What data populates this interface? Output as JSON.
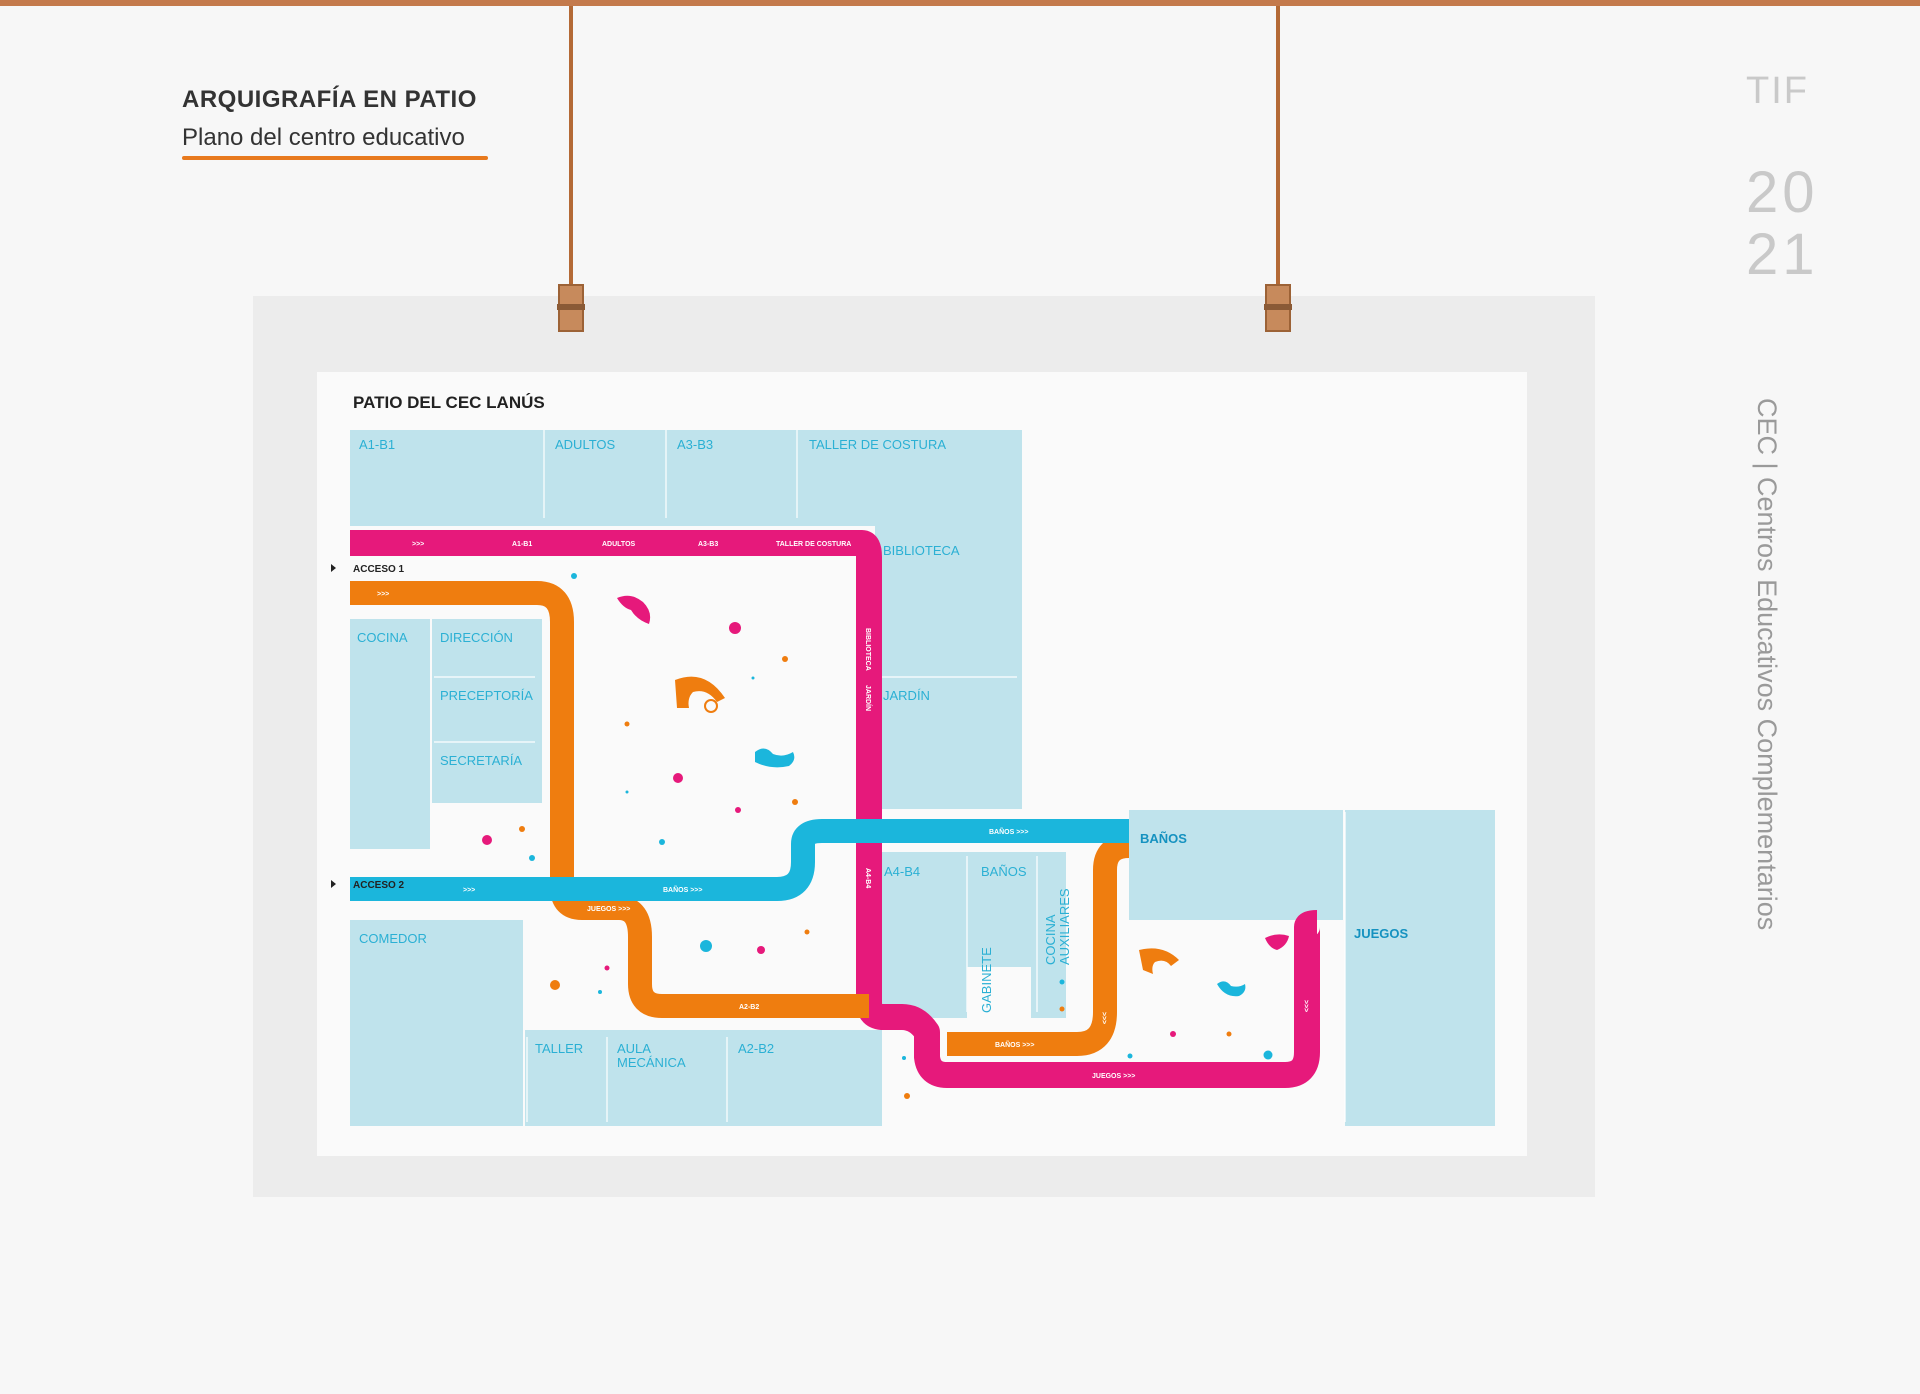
{
  "header": {
    "title": "ARQUIGRAFÍA EN PATIO",
    "subtitle": "Plano del centro educativo",
    "tif": "TIF",
    "year_top": "20",
    "year_bottom": "21",
    "side_text": "CEC | Centros Educativos Complementarios"
  },
  "map": {
    "title": "PATIO DEL CEC LANÚS",
    "rooms": {
      "a1b1": "A1-B1",
      "adultos": "ADULTOS",
      "a3b3": "A3-B3",
      "taller_costura": "TALLER DE COSTURA",
      "biblioteca": "BIBLIOTECA",
      "jardin": "JARDÍN",
      "cocina": "COCINA",
      "direccion": "DIRECCIÓN",
      "preceptoria": "PRECEPTORÍA",
      "secretaria": "SECRETARÍA",
      "comedor": "COMEDOR",
      "taller": "TALLER",
      "aula_line1": "AULA",
      "aula_line2": "MECÁNICA",
      "a2b2": "A2-B2",
      "a4b4": "A4-B4",
      "banos_small": "BAÑOS",
      "gabinete": "GABINETE",
      "cocina_aux_line1": "COCINA",
      "cocina_aux_line2": "AUXILIARES",
      "banos": "BAÑOS",
      "juegos": "JUEGOS"
    },
    "access": {
      "acceso1": "ACCESO 1",
      "acceso2": "ACCESO 2"
    },
    "path_labels": {
      "arrows": ">>>",
      "pink_a1b1": "A1-B1",
      "pink_adultos": "ADULTOS",
      "pink_a3b3": "A3-B3",
      "pink_taller": "TALLER DE COSTURA",
      "pink_biblioteca": "BIBLIOTECA",
      "pink_jardin": "JARDÍN",
      "pink_a4b4": "A4-B4",
      "banos_arrow": "BAÑOS >>>",
      "juegos_arrow": "JUEGOS >>>",
      "a2b2": "A2-B2"
    },
    "colors": {
      "pink": "#e6197b",
      "orange": "#ef7d0f",
      "blue": "#1bb6dc",
      "room_fill": "#bfe3ec"
    }
  }
}
